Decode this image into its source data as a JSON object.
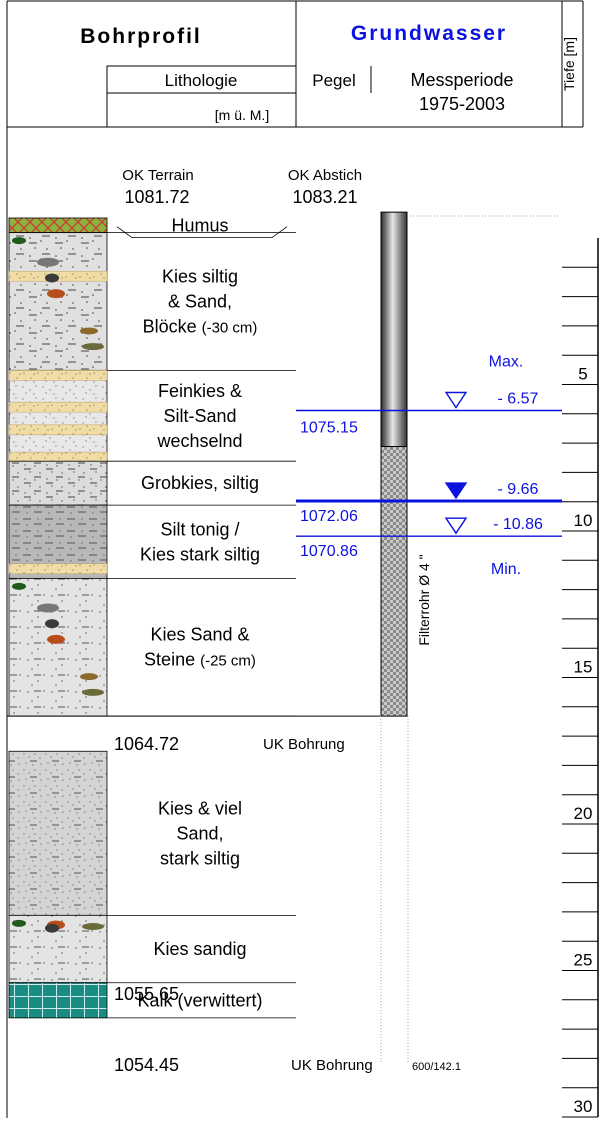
{
  "header": {
    "title": "Bohrprofil",
    "groundwater_title": "Grundwasser",
    "depth_title": "Tiefe [m]",
    "lithology_label": "Lithologie",
    "gauge_label": "Pegel",
    "elevation_unit": "[m ü. M.]",
    "period_label": "Messperiode",
    "period_years": "1975-2003"
  },
  "reference": {
    "terrain_label": "OK Terrain",
    "terrain_value": "1081.72",
    "gauge_top_label": "OK Abstich",
    "gauge_top_value": "1083.21"
  },
  "layers": [
    {
      "name": "humus",
      "lines": [
        "Humus"
      ],
      "pattern": "humus",
      "top_m": 0,
      "bottom_m": 0.5
    },
    {
      "name": "kies-siltig-sand",
      "lines": [
        "Kies siltig",
        "& Sand,",
        "Blöcke (-30 cm)"
      ],
      "pattern": "gravel-silt",
      "top_m": 0.5,
      "bottom_m": 5.2
    },
    {
      "name": "feinkies-silt-sand",
      "lines": [
        "Feinkies &",
        "Silt-Sand",
        "wechselnd"
      ],
      "pattern": "fine-gravel",
      "top_m": 5.2,
      "bottom_m": 8.3
    },
    {
      "name": "grobkies-siltig",
      "lines": [
        "Grobkies, siltig"
      ],
      "pattern": "silt",
      "top_m": 8.3,
      "bottom_m": 9.8
    },
    {
      "name": "silt-tonig",
      "lines": [
        "Silt tonig /",
        "Kies stark siltig"
      ],
      "pattern": "clay-silt",
      "top_m": 9.8,
      "bottom_m": 12.3
    },
    {
      "name": "kies-sand-steine",
      "lines": [
        "Kies Sand &",
        "Steine (-25 cm)"
      ],
      "pattern": "stones",
      "top_m": 12.3,
      "bottom_m": 17.0
    },
    {
      "name": "kies-viel-sand",
      "lines": [
        "Kies & viel",
        "Sand,",
        "stark siltig"
      ],
      "pattern": "sand-silt",
      "top_m": 18.2,
      "bottom_m": 23.8
    },
    {
      "name": "kies-sandig",
      "lines": [
        "Kies sandig"
      ],
      "pattern": "stones",
      "top_m": 23.8,
      "bottom_m": 26.1
    },
    {
      "name": "kalk",
      "lines": [
        "Kalk (verwittert)"
      ],
      "pattern": "limestone",
      "top_m": 26.1,
      "bottom_m": 27.3
    }
  ],
  "elevations": {
    "uk1_value": "1064.72",
    "uk1_label": "UK Bohrung",
    "kies_sandig_bottom": "1055.65",
    "uk2_value": "1054.45",
    "uk2_label": "UK Bohrung",
    "uk2_code": "600/142.1"
  },
  "water_levels": [
    {
      "name": "max",
      "label": "Max.",
      "depth_text": "- 6.57",
      "elevation": "1075.15",
      "depth_m": 6.57,
      "marker": "open"
    },
    {
      "name": "mean",
      "label": "",
      "depth_text": "- 9.66",
      "elevation": "1072.06",
      "depth_m": 9.66,
      "marker": "filled"
    },
    {
      "name": "min",
      "label": "Min.",
      "depth_text": "- 10.86",
      "elevation": "1070.86",
      "depth_m": 10.86,
      "marker": "open"
    }
  ],
  "filter_label": "Filterrohr Ø 4 \"",
  "pipe": {
    "solid_top_m": -0.2,
    "solid_bottom_m": 7.8,
    "screen_bottom_m": 17.0
  },
  "depth_axis": {
    "min_m": 0,
    "max_m": 30,
    "major_ticks": [
      5,
      10,
      15,
      20,
      25,
      30
    ]
  },
  "colors": {
    "accent_blue": "#0b12e0",
    "grid": "#000000",
    "humus_green": "#8bb33c",
    "humus_red": "#cc3333",
    "limestone_teal": "#1a8c84"
  }
}
